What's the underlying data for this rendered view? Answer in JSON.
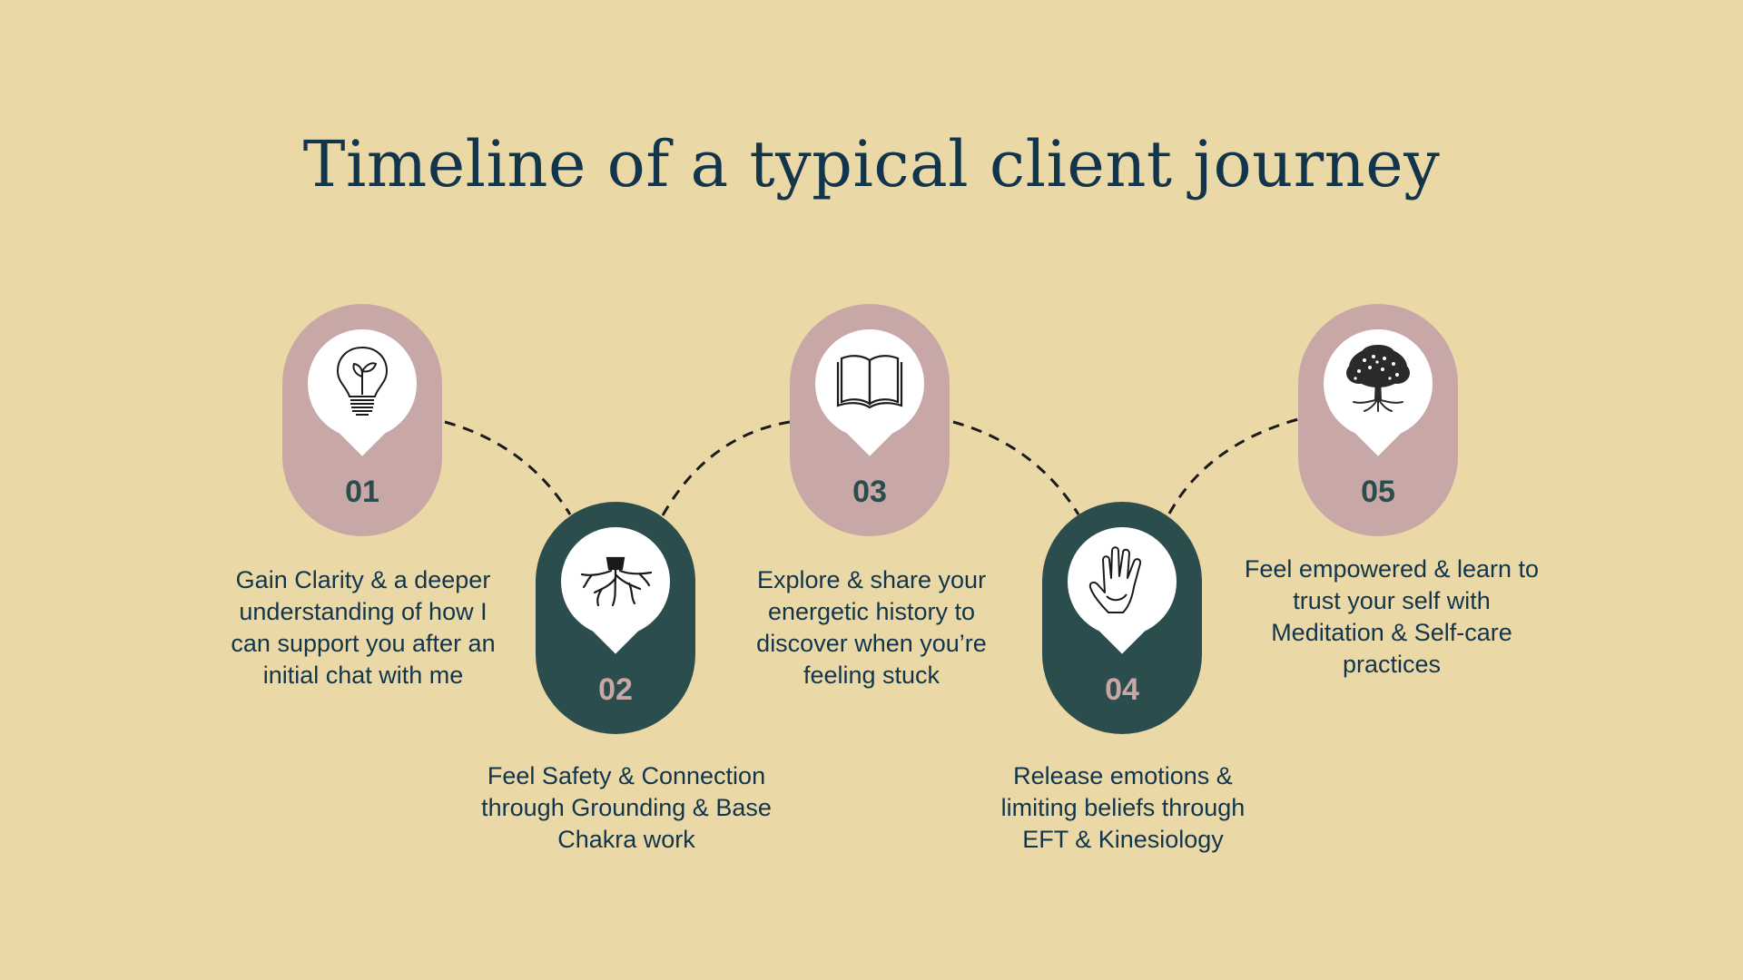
{
  "title": "Timeline of a typical client journey",
  "colors": {
    "background": "#EAD9A7",
    "pink": "#C8A8A6",
    "green": "#2C4D4D",
    "text": "#12354B"
  },
  "steps": [
    {
      "number": "01",
      "icon": "lightbulb-icon",
      "color": "pink",
      "text": "Gain Clarity & a deeper understanding of how I can support you after an initial chat with me"
    },
    {
      "number": "02",
      "icon": "roots-icon",
      "color": "green",
      "text": "Feel Safety & Connection through Grounding & Base Chakra work"
    },
    {
      "number": "03",
      "icon": "book-icon",
      "color": "pink",
      "text": "Explore & share your energetic history to discover when you’re feeling stuck"
    },
    {
      "number": "04",
      "icon": "hand-icon",
      "color": "green",
      "text": "Release emotions & limiting beliefs through EFT & Kinesiology"
    },
    {
      "number": "05",
      "icon": "tree-icon",
      "color": "pink",
      "text": "Feel empowered & learn to trust your self with Meditation & Self-care practices"
    }
  ]
}
